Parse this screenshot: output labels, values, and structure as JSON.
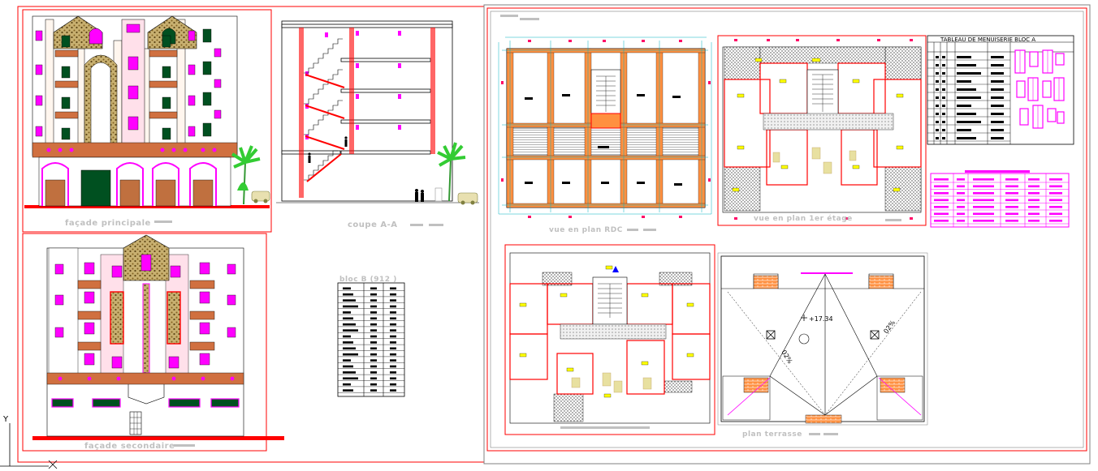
{
  "titles": {
    "facade_principale": "façade principale",
    "coupe": "coupe A-A",
    "facade_secondaire": "façade secondaire",
    "bloc_b": "bloc B (912 )",
    "plan_rdc": "vue en plan RDC",
    "plan_1er": "vue en plan 1er étage",
    "plan_terrasse": "plan terrasse"
  },
  "tableau_menuiserie": {
    "title": "TABLEAU DE MENUISERIE BLOC A"
  },
  "terrasse": {
    "slope_left": "02%",
    "slope_right": "02%",
    "level": "+17.34"
  },
  "axis": {
    "y_label": "Y"
  },
  "colors": {
    "outline": "#ff0000",
    "frame": "#808080",
    "wall_pink": "#ffccdd",
    "window": "#ff00ff",
    "stone": "#a08040",
    "balcony": "#d07040",
    "door": "#c0703f",
    "tree": "#33cc33",
    "glass": "#005020"
  }
}
